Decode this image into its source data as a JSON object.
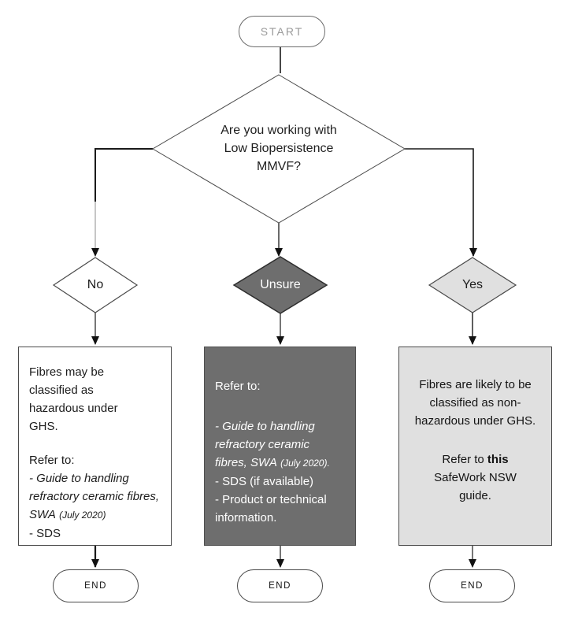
{
  "nodes": {
    "start_label": "START",
    "question": "Are you working with Low Biopersistence MMVF?",
    "no_label": "No",
    "unsure_label": "Unsure",
    "yes_label": "Yes",
    "end_left_label": "END",
    "end_middle_label": "END",
    "end_right_label": "END"
  },
  "no_box": {
    "para1": "Fibres may be classified as hazardous under GHS.",
    "refer": "Refer to:",
    "guide_title": "- Guide to handling refractory ceramic fibres, SWA",
    "guide_date": "(July 2020)",
    "item_sds": "- SDS"
  },
  "unsure_box": {
    "refer": "Refer to:",
    "guide_title": "- Guide to handling refractory ceramic fibres, SWA",
    "guide_date": "(July 2020).",
    "item_sds": "- SDS (if available)",
    "item_product": "- Product or technical information."
  },
  "yes_box": {
    "para1": "Fibres are likely to be classified as non-hazardous under GHS.",
    "refer_before": "Refer to ",
    "refer_bold": "this",
    "refer_after": " SafeWork NSW guide."
  },
  "colors": {
    "unsure_fill": "#6e6e6e",
    "yes_fill": "#e0e0e0",
    "box_border": "#4a4a4a",
    "connector": "#1a1a1a",
    "start_text": "#9b9b9b"
  }
}
